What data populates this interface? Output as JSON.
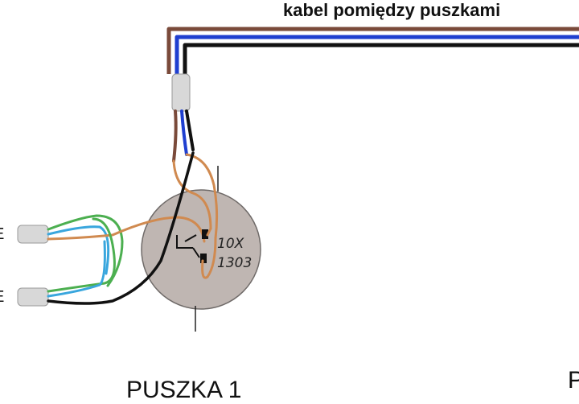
{
  "title": "kabel pomiędzy puszkami",
  "box1_label": "PUSZKA 1",
  "box2_label_partial": "P",
  "switch_marking": {
    "line1": "10X",
    "line2": "1303"
  },
  "feed_left_labels": [
    "E",
    "E"
  ],
  "colors": {
    "wire_brown": "#7a4a3a",
    "wire_blue": "#1f3fd0",
    "wire_black": "#111111",
    "wire_copper": "#d08a50",
    "wire_green": "#4caf50",
    "wire_lightblue": "#39a6dd",
    "box_fill": "#bfb6b2",
    "sheath": "#d8d8d8"
  }
}
